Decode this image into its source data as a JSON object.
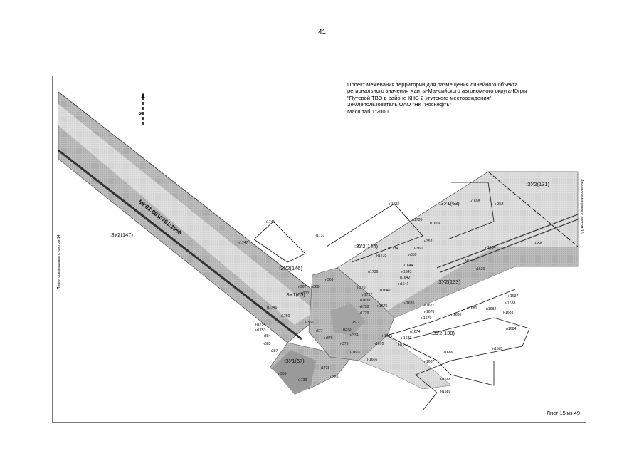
{
  "page_number": "41",
  "title_lines": [
    "Проект межевания территории для размещения линейного объекта",
    "регионального значения Ханты-Мансийского автономного округа-Югры",
    "\"Путевой ТВО в районе КНС-2 Угутского месторождения\"",
    "Землепользователь ОАО \"НК \"Роснефть\"",
    "Масштаб 1:2000"
  ],
  "sheet_label": "Лист 15 из 49",
  "north_label": "N",
  "cadastral_label": "86:03:0010701:1968",
  "left_side_label": "Линия совмещения с листом 14",
  "right_side_label": "Линия совмещения с листом 16",
  "zones": [
    {
      "id": "z147",
      "text": ":ЗУ2(147)"
    },
    {
      "id": "z146",
      "text": ":ЗУ2(146)"
    },
    {
      "id": "z65",
      "text": ":ЗУ1(65)"
    },
    {
      "id": "z67",
      "text": ":ЗУ1(67)"
    },
    {
      "id": "z144",
      "text": ":ЗУ2(144)"
    },
    {
      "id": "z63",
      "text": ":ЗУ1(63)"
    },
    {
      "id": "z131",
      "text": ":ЗУ2(131)"
    },
    {
      "id": "z133",
      "text": ":ЗУ2(133)"
    },
    {
      "id": "z138",
      "text": ":ЗУ2(138)"
    }
  ],
  "points": [
    "н1741",
    "н1747",
    "н1731",
    "н1732",
    "н1733",
    "н1609",
    "н1698",
    "н353",
    "н352",
    "н359",
    "н360",
    "н1734",
    "н1735",
    "н1644",
    "н1643",
    "н1642",
    "н1641",
    "н1640",
    "н1736",
    "н369",
    "н370",
    "н367",
    "н368",
    "н371",
    "н1727",
    "н1639",
    "н1728",
    "н1729",
    "н1675",
    "н1676",
    "н1677",
    "н1678",
    "н1679",
    "н1634",
    "н358",
    "н1635",
    "н1636",
    "н1637",
    "н1638",
    "н1683",
    "н1681",
    "н1682",
    "н1680",
    "н1684",
    "н1685",
    "н1686",
    "н1687",
    "н1688",
    "н1689",
    "н1746",
    "н1750",
    "н366",
    "н1754",
    "н1753",
    "н384",
    "н383",
    "н387",
    "н377",
    "н376",
    "н375",
    "н374",
    "н373",
    "н372",
    "н1671",
    "н1674",
    "н1673",
    "н1672",
    "н1670",
    "н1661",
    "н1666",
    "н1738",
    "н385",
    "н1739",
    "н386"
  ]
}
